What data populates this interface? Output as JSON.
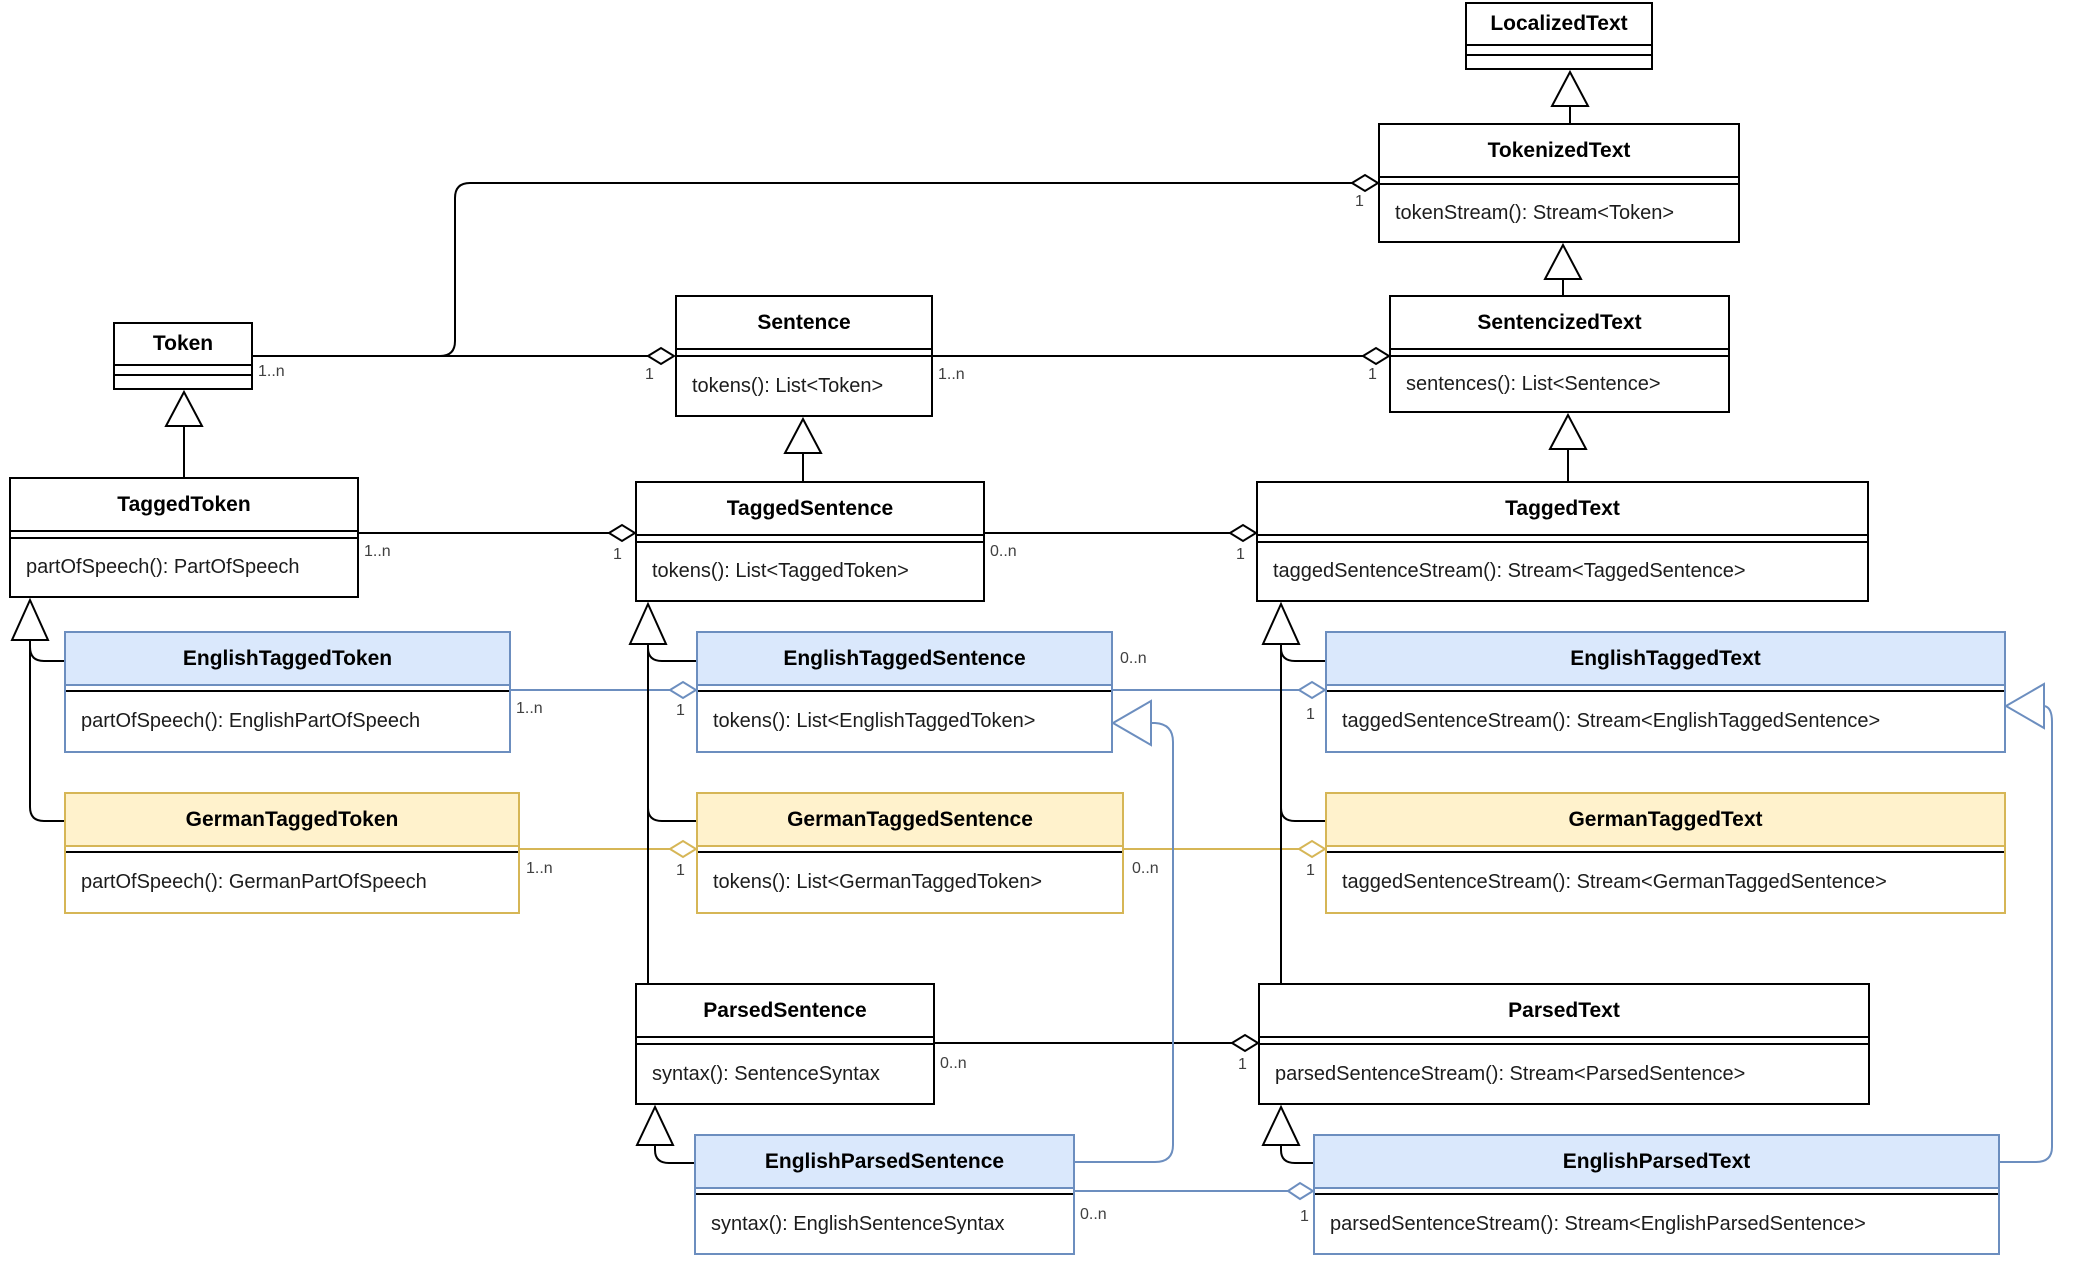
{
  "diagram": {
    "kind": "UML class diagram",
    "background": "#ffffff"
  },
  "colors": {
    "default_stroke": "#000000",
    "english_fill": "#dae8fc",
    "english_stroke": "#6c8ebf",
    "german_fill": "#fff2cc",
    "german_stroke": "#d6b656"
  },
  "classes": {
    "localized_text": {
      "name": "LocalizedText",
      "methods": [],
      "scheme": "default"
    },
    "tokenized_text": {
      "name": "TokenizedText",
      "methods": [
        "tokenStream(): Stream<Token>"
      ],
      "scheme": "default"
    },
    "sentencized_text": {
      "name": "SentencizedText",
      "methods": [
        "sentences(): List<Sentence>"
      ],
      "scheme": "default"
    },
    "sentence": {
      "name": "Sentence",
      "methods": [
        "tokens(): List<Token>"
      ],
      "scheme": "default"
    },
    "token": {
      "name": "Token",
      "methods": [],
      "scheme": "default"
    },
    "tagged_token": {
      "name": "TaggedToken",
      "methods": [
        "partOfSpeech(): PartOfSpeech"
      ],
      "scheme": "default"
    },
    "tagged_sentence": {
      "name": "TaggedSentence",
      "methods": [
        "tokens(): List<TaggedToken>"
      ],
      "scheme": "default"
    },
    "tagged_text": {
      "name": "TaggedText",
      "methods": [
        "taggedSentenceStream(): Stream<TaggedSentence>"
      ],
      "scheme": "default"
    },
    "english_tagged_token": {
      "name": "EnglishTaggedToken",
      "methods": [
        "partOfSpeech(): EnglishPartOfSpeech"
      ],
      "scheme": "english"
    },
    "english_tagged_sentence": {
      "name": "EnglishTaggedSentence",
      "methods": [
        "tokens(): List<EnglishTaggedToken>"
      ],
      "scheme": "english"
    },
    "english_tagged_text": {
      "name": "EnglishTaggedText",
      "methods": [
        "taggedSentenceStream(): Stream<EnglishTaggedSentence>"
      ],
      "scheme": "english"
    },
    "german_tagged_token": {
      "name": "GermanTaggedToken",
      "methods": [
        "partOfSpeech(): GermanPartOfSpeech"
      ],
      "scheme": "german"
    },
    "german_tagged_sentence": {
      "name": "GermanTaggedSentence",
      "methods": [
        "tokens(): List<GermanTaggedToken>"
      ],
      "scheme": "german"
    },
    "german_tagged_text": {
      "name": "GermanTaggedText",
      "methods": [
        "taggedSentenceStream(): Stream<GermanTaggedSentence>"
      ],
      "scheme": "german"
    },
    "parsed_sentence": {
      "name": "ParsedSentence",
      "methods": [
        "syntax(): SentenceSyntax"
      ],
      "scheme": "default"
    },
    "parsed_text": {
      "name": "ParsedText",
      "methods": [
        "parsedSentenceStream(): Stream<ParsedSentence>"
      ],
      "scheme": "default"
    },
    "english_parsed_sentence": {
      "name": "EnglishParsedSentence",
      "methods": [
        "syntax(): EnglishSentenceSyntax"
      ],
      "scheme": "english"
    },
    "english_parsed_text": {
      "name": "EnglishParsedText",
      "methods": [
        "parsedSentenceStream(): Stream<EnglishParsedSentence>"
      ],
      "scheme": "english"
    }
  },
  "multiplicities": [
    {
      "of": "Token side of Token-aggregations",
      "text": "1..n"
    },
    {
      "of": "TokenizedText whole end",
      "text": "1"
    },
    {
      "of": "Sentence whole end (tokens)",
      "text": "1"
    },
    {
      "of": "Sentence part end toward SentencizedText",
      "text": "1..n"
    },
    {
      "of": "SentencizedText whole end",
      "text": "1"
    },
    {
      "of": "TaggedToken part end",
      "text": "1..n"
    },
    {
      "of": "TaggedSentence whole end (tokens)",
      "text": "1"
    },
    {
      "of": "TaggedSentence part end toward TaggedText",
      "text": "0..n"
    },
    {
      "of": "TaggedText whole end",
      "text": "1"
    },
    {
      "of": "EnglishTaggedToken part end",
      "text": "1..n"
    },
    {
      "of": "EnglishTaggedSentence whole end (tokens)",
      "text": "1"
    },
    {
      "of": "EnglishTaggedSentence part end toward EnglishTaggedText",
      "text": "0..n"
    },
    {
      "of": "EnglishTaggedText whole end",
      "text": "1"
    },
    {
      "of": "GermanTaggedToken part end",
      "text": "1..n"
    },
    {
      "of": "GermanTaggedSentence whole end (tokens)",
      "text": "1"
    },
    {
      "of": "GermanTaggedSentence part end toward GermanTaggedText",
      "text": "0..n"
    },
    {
      "of": "GermanTaggedText whole end",
      "text": "1"
    },
    {
      "of": "ParsedSentence part end toward ParsedText",
      "text": "0..n"
    },
    {
      "of": "ParsedText whole end",
      "text": "1"
    },
    {
      "of": "EnglishParsedSentence part end toward EnglishParsedText",
      "text": "0..n"
    },
    {
      "of": "EnglishParsedText whole end",
      "text": "1"
    }
  ],
  "relationships": {
    "aggregations": [
      {
        "whole": "TokenizedText",
        "part": "Token",
        "whole_mult": "1",
        "part_mult": "1..n"
      },
      {
        "whole": "Sentence",
        "part": "Token",
        "whole_mult": "1",
        "part_mult": "1..n"
      },
      {
        "whole": "SentencizedText",
        "part": "Sentence",
        "whole_mult": "1",
        "part_mult": "1..n"
      },
      {
        "whole": "TaggedSentence",
        "part": "TaggedToken",
        "whole_mult": "1",
        "part_mult": "1..n"
      },
      {
        "whole": "TaggedText",
        "part": "TaggedSentence",
        "whole_mult": "1",
        "part_mult": "0..n"
      },
      {
        "whole": "EnglishTaggedSentence",
        "part": "EnglishTaggedToken",
        "whole_mult": "1",
        "part_mult": "1..n"
      },
      {
        "whole": "EnglishTaggedText",
        "part": "EnglishTaggedSentence",
        "whole_mult": "1",
        "part_mult": "0..n"
      },
      {
        "whole": "GermanTaggedSentence",
        "part": "GermanTaggedToken",
        "whole_mult": "1",
        "part_mult": "1..n"
      },
      {
        "whole": "GermanTaggedText",
        "part": "GermanTaggedSentence",
        "whole_mult": "1",
        "part_mult": "0..n"
      },
      {
        "whole": "ParsedText",
        "part": "ParsedSentence",
        "whole_mult": "1",
        "part_mult": "0..n"
      },
      {
        "whole": "EnglishParsedText",
        "part": "EnglishParsedSentence",
        "whole_mult": "1",
        "part_mult": "0..n"
      }
    ],
    "generalizations": [
      {
        "sub": "TokenizedText",
        "super": "LocalizedText"
      },
      {
        "sub": "SentencizedText",
        "super": "TokenizedText"
      },
      {
        "sub": "TaggedText",
        "super": "SentencizedText"
      },
      {
        "sub": "TaggedSentence",
        "super": "Sentence"
      },
      {
        "sub": "TaggedToken",
        "super": "Token"
      },
      {
        "sub": "EnglishTaggedToken",
        "super": "TaggedToken"
      },
      {
        "sub": "GermanTaggedToken",
        "super": "TaggedToken"
      },
      {
        "sub": "EnglishTaggedSentence",
        "super": "TaggedSentence"
      },
      {
        "sub": "GermanTaggedSentence",
        "super": "TaggedSentence"
      },
      {
        "sub": "ParsedSentence",
        "super": "TaggedSentence"
      },
      {
        "sub": "EnglishTaggedText",
        "super": "TaggedText"
      },
      {
        "sub": "GermanTaggedText",
        "super": "TaggedText"
      },
      {
        "sub": "ParsedText",
        "super": "TaggedText"
      },
      {
        "sub": "EnglishParsedSentence",
        "super": "ParsedSentence"
      },
      {
        "sub": "EnglishParsedSentence",
        "super": "EnglishTaggedSentence"
      },
      {
        "sub": "EnglishParsedText",
        "super": "ParsedText"
      },
      {
        "sub": "EnglishParsedText",
        "super": "EnglishTaggedText"
      }
    ]
  }
}
